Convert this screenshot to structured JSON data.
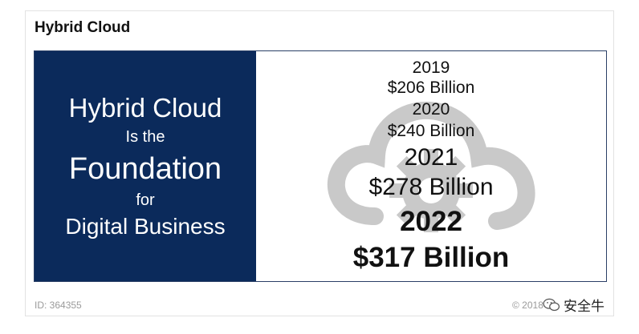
{
  "card": {
    "title": "Hybrid Cloud"
  },
  "left_panel": {
    "line1": "Hybrid Cloud",
    "line2": "Is the",
    "line3": "Foundation",
    "line4": "for",
    "line5": "Digital Business",
    "background_color": "#0b2a5b",
    "text_color": "#ffffff"
  },
  "forecast": [
    {
      "year": "2019",
      "value": "$206 Billion"
    },
    {
      "year": "2020",
      "value": "$240 Billion"
    },
    {
      "year": "2021",
      "value": "$278 Billion"
    },
    {
      "year": "2022",
      "value": "$317 Billion"
    }
  ],
  "background_icon": "cloud-gear-icon",
  "footer": {
    "id_text": "ID: 364355",
    "copyright_text": "© 2018"
  },
  "watermark": {
    "text": "安全牛",
    "icon": "wechat-icon"
  }
}
